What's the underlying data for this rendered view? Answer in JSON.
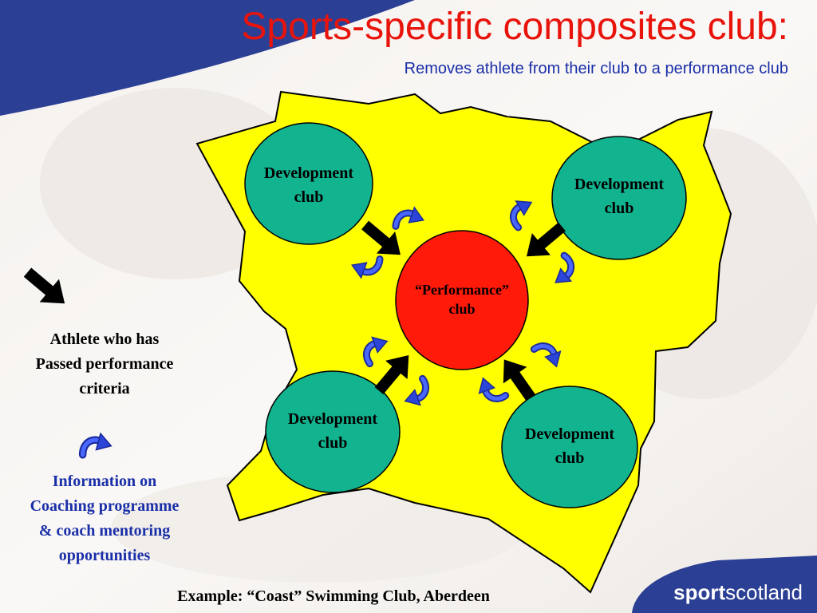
{
  "slide": {
    "title": "Sports-specific composites club:",
    "subtitle": "Removes athlete from their club to a performance club",
    "title_color": "#e8140c",
    "subtitle_color": "#1a2fa8"
  },
  "diagram": {
    "region_color": "#ffff00",
    "development_club_color": "#12b38f",
    "performance_club_color": "#ff1a0a",
    "development_clubs": [
      {
        "line1": "Development",
        "line2": "club"
      },
      {
        "line1": "Development",
        "line2": "club"
      },
      {
        "line1": "Development",
        "line2": "club"
      },
      {
        "line1": "Development",
        "line2": "club"
      }
    ],
    "performance_club": {
      "line1": "“Performance”",
      "line2": "club"
    }
  },
  "legend": {
    "athlete": {
      "icon": "black-arrow-icon",
      "lines": [
        "Athlete who has",
        "Passed performance",
        "criteria"
      ]
    },
    "information": {
      "icon": "curved-blue-arrow-icon",
      "lines": [
        "Information on",
        "Coaching programme",
        "& coach mentoring",
        "opportunities"
      ],
      "color": "#1a2fa8"
    }
  },
  "footer": {
    "example": "Example: “Coast” Swimming Club, Aberdeen"
  },
  "branding": {
    "bold": "sport",
    "rest": "scotland",
    "bar_color": "#2b3f94"
  }
}
